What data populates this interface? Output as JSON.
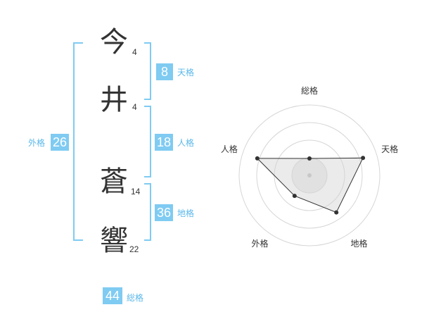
{
  "name": {
    "chars": [
      {
        "char": "今",
        "strokes": "4"
      },
      {
        "char": "井",
        "strokes": "4"
      },
      {
        "char": "蒼",
        "strokes": "14"
      },
      {
        "char": "響",
        "strokes": "22"
      }
    ]
  },
  "fortune": {
    "tenkaku": {
      "value": "8",
      "label": "天格"
    },
    "jinkaku": {
      "value": "18",
      "label": "人格"
    },
    "chikaku": {
      "value": "36",
      "label": "地格"
    },
    "gaikaku": {
      "value": "26",
      "label": "外格"
    },
    "soukaku": {
      "value": "44",
      "label": "総格"
    }
  },
  "colors": {
    "accent": "#7fcbf2",
    "accent_text": "#5bb8ea",
    "text": "#333333"
  },
  "chart_data": {
    "type": "radar",
    "axes": [
      "総格",
      "天格",
      "地格",
      "外格",
      "人格"
    ],
    "values": [
      0.24,
      0.8,
      0.65,
      0.36,
      0.78
    ],
    "max": 1,
    "rings": 4
  }
}
